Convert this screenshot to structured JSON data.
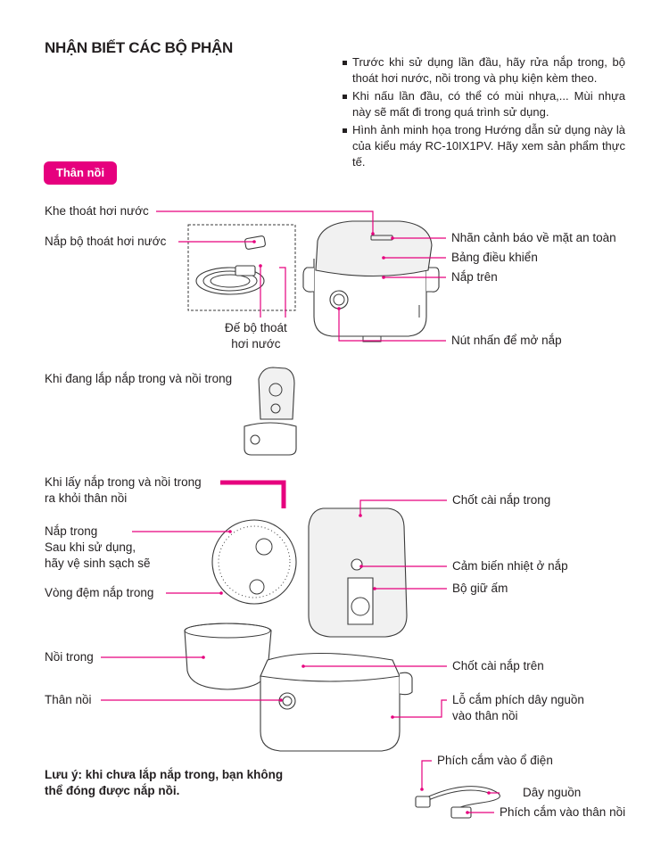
{
  "title": "NHẬN BIẾT CÁC BỘ PHẬN",
  "notes": [
    "Trước khi sử dụng lần đầu, hãy rửa nắp trong, bộ thoát hơi nước, nồi trong và phụ kiện kèm theo.",
    "Khi nấu lần đầu, có thể có mùi nhựa,... Mùi nhựa này sẽ mất đi trong quá trình sử dụng.",
    "Hình ảnh minh họa trong Hướng dẫn sử dụng này là của kiểu máy RC-10IX1PV. Hãy xem sản phẩm thực tế."
  ],
  "section_badge": "Thân nồi",
  "labels": {
    "steam_slot": "Khe thoát hơi nước",
    "steam_cover": "Nắp bộ thoát hơi nước",
    "steam_base": "Đế bộ thoát\nhơi nước",
    "safety_label": "Nhãn cảnh báo về mặt an toàn",
    "control_panel": "Bảng điều khiển",
    "top_lid": "Nắp trên",
    "open_button": "Nút nhấn để mở nắp",
    "while_installing": "Khi đang lắp nắp trong và nồi trong",
    "when_removing": "Khi lấy nắp trong và nồi trong\nra khỏi thân nồi",
    "inner_lid": "Nắp trong\nSau khi sử dụng,\nhãy vệ sinh sạch sẽ",
    "inner_lid_gasket": "Vòng đệm nắp trong",
    "inner_pot": "Nồi trong",
    "body": "Thân nồi",
    "inner_lid_latch": "Chốt cài nắp trong",
    "lid_sensor": "Cảm biến nhiệt ở nắp",
    "heat_keeper": "Bộ giữ ấm",
    "top_lid_latch": "Chốt cài nắp trên",
    "power_socket": "Lỗ cắm phích dây nguồn\nvào thân nồi",
    "wall_plug": "Phích cắm vào ổ điện",
    "power_cord": "Dây nguồn",
    "body_plug": "Phích cắm vào thân nồi"
  },
  "note_bottom": "Lưu ý: khi chưa lắp nắp trong, bạn không\nthể đóng được nắp nồi.",
  "colors": {
    "accent": "#e6007e",
    "text": "#231f20",
    "line": "#3a3a3a"
  }
}
